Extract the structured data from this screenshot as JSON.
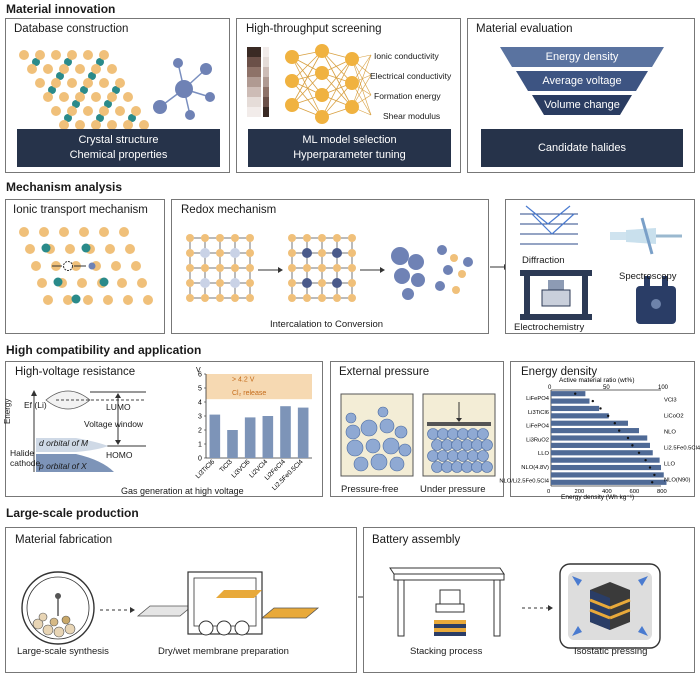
{
  "sections": {
    "s1": "Material innovation",
    "s2": "Mechanism analysis",
    "s3": "High compatibility and application",
    "s4": "Large-scale production"
  },
  "innovation": {
    "db_title": "Database construction",
    "db_labels": [
      "Crystal structure",
      "Chemical properties"
    ],
    "ht_title": "High-throughput screening",
    "ht_props": [
      "Ionic conductivity",
      "Electrical conductivity",
      "Formation energy",
      "Shear modulus"
    ],
    "ht_labels": [
      "ML model selection",
      "Hyperparameter tuning"
    ],
    "ev_title": "Material evaluation",
    "ev_funnel": [
      "Energy density",
      "Average voltage",
      "Volume change"
    ],
    "ev_label": "Candidate halides"
  },
  "mechanism": {
    "ionic_title": "Ionic transport mechanism",
    "redox_title": "Redox mechanism",
    "redox_caption": "Intercalation to Conversion",
    "diffraction": "Diffraction",
    "spectroscopy": "Spectroscopy",
    "electrochemistry": "Electrochemistry"
  },
  "compat": {
    "hv_title": "High-voltage resistance",
    "ef_label": "Ef (Li)",
    "lumo": "LUMO",
    "homo": "HOMO",
    "window": "Voltage window",
    "energy": "Energy",
    "d_orbital": "d orbital of M",
    "p_orbital": "p orbital of X",
    "halide": "Halide",
    "cathode": "cathode",
    "chart_caption": "Gas generation at high voltage",
    "pressure_title": "External pressure",
    "pressure_free": "Pressure-free",
    "under_pressure": "Under pressure",
    "ed_title": "Energy density"
  },
  "production": {
    "fab_title": "Material fabrication",
    "synthesis": "Large-scale synthesis",
    "membrane": "Dry/wet membrane preparation",
    "assembly_title": "Battery assembly",
    "stacking": "Stacking process",
    "isostatic": "Isostatic pressing"
  },
  "chart_data": [
    {
      "type": "bar",
      "categories": [
        "Li3TiCl6",
        "TiCl3",
        "Li3VCl6",
        "Li2VCl4",
        "Li2FeCl4",
        "Li2.5Fe0.5Cl4"
      ],
      "values": [
        3.1,
        2.0,
        2.9,
        3.0,
        3.7,
        3.6
      ],
      "ylabel": "V",
      "ylim": [
        0,
        6
      ],
      "yticks": [
        0,
        1,
        2,
        3,
        4,
        5,
        6
      ],
      "annotation": [
        "> 4.2 V",
        "Cl₂ release"
      ],
      "bar_color": "#7d94b8"
    },
    {
      "type": "bar",
      "orientation": "horizontal",
      "categories_left": [
        "LiFePO4",
        "Li3TiCl6",
        "LiFePO4",
        "Li3RuO2",
        "LLO",
        "NLO(4.8V)",
        "NLO/Li2.5Fe0.5Cl4"
      ],
      "categories_right": [
        "VCl3",
        "LiCoO2",
        "NLO",
        "Li2.5Fe0.5Cl4",
        "LLO",
        "NLO(N90)"
      ],
      "values": [
        250,
        280,
        350,
        420,
        560,
        640,
        700,
        720,
        740,
        790,
        800,
        820,
        840
      ],
      "markers": [
        22,
        38,
        45,
        52,
        58,
        62,
        70,
        74,
        80,
        86,
        90,
        94,
        92
      ],
      "xlabel": "Energy density (Wh kg⁻¹)",
      "top_label": "Active material ratio (wt%)",
      "xlim": [
        0,
        800
      ],
      "xticks": [
        0,
        200,
        400,
        600,
        800
      ],
      "top_ticks": [
        0,
        50,
        100
      ],
      "bar_color": "#4f6a96"
    }
  ]
}
